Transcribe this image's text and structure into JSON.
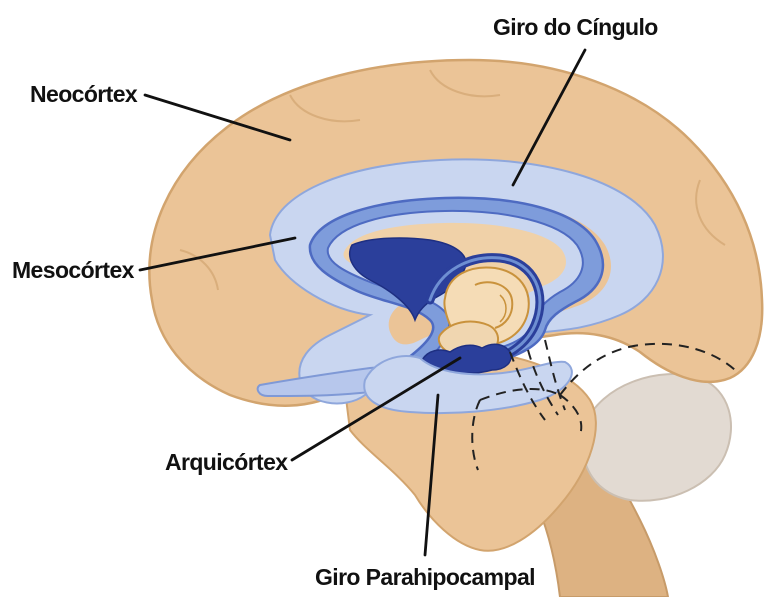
{
  "labels": {
    "giro_do_cingulo": "Giro do Cíngulo",
    "neocortex": "Neocórtex",
    "mesocortex": "Mesocórtex",
    "arquicortex": "Arquicórtex",
    "giro_parahipocampal": "Giro Parahipocampal"
  },
  "colors": {
    "brain_tan": "#EBC497",
    "brain_outline": "#D2A46E",
    "brainstem": "#DDB282",
    "cerebellum": "#E2DAD2",
    "mesocortex_light_blue": "#C9D6F0",
    "arquicortex_blue": "#6E8FD2",
    "arquicortex_dark_blue": "#2B3F9B",
    "thalamus_fill": "#F5DCB6"
  }
}
